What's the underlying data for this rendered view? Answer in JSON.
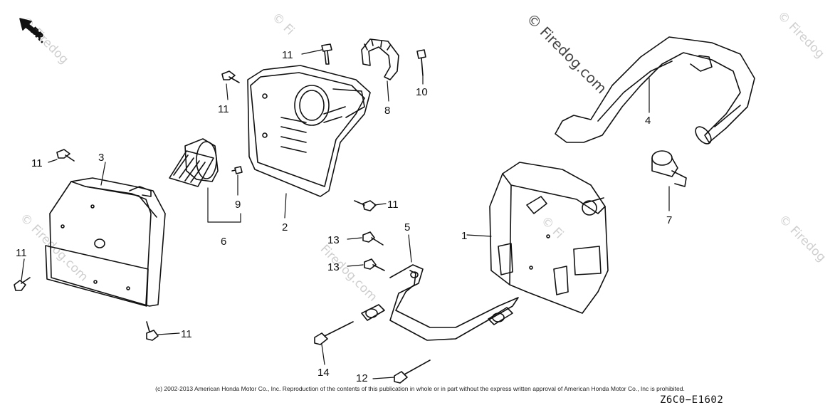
{
  "direction_label": "FR.",
  "watermark": "© Firedog.com",
  "watermark_short": "© Firedog",
  "watermark_short2": "© Fi",
  "watermark_tail": "Firedog.com",
  "copyright": "(c) 2002-2013 American Honda Motor Co., Inc. Reproduction of the contents of this publication in whole or in part without the express written approval of American Honda Motor Co., Inc is prohibited.",
  "diagram_code": "Z6C0−E1602",
  "callouts": {
    "c1": "1",
    "c2": "2",
    "c3": "3",
    "c4": "4",
    "c5": "5",
    "c6": "6",
    "c7": "7",
    "c8": "8",
    "c9": "9",
    "c10": "10",
    "c11a": "11",
    "c11b": "11",
    "c11c": "11",
    "c11d": "11",
    "c11e": "11",
    "c11f": "11",
    "c12": "12",
    "c13a": "13",
    "c13b": "13",
    "c14": "14"
  }
}
